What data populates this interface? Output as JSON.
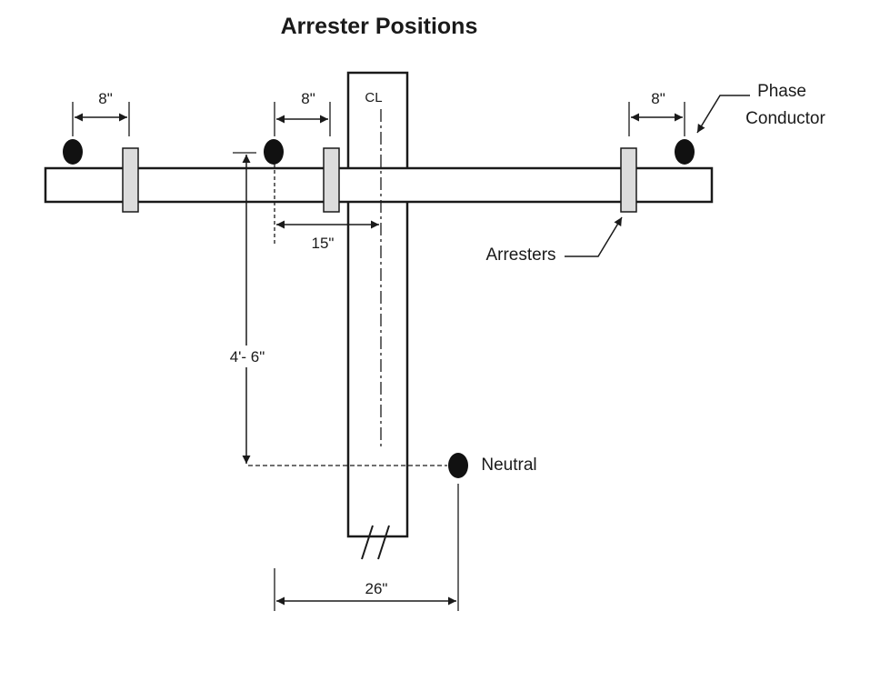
{
  "title": "Arrester Positions",
  "labels": {
    "phase_conductor_line1": "Phase",
    "phase_conductor_line2": "Conductor",
    "arresters": "Arresters",
    "neutral": "Neutral",
    "centerline": "CL"
  },
  "dimensions": {
    "left_spacing": "8\"",
    "center_spacing": "8\"",
    "right_spacing": "8\"",
    "conductor_to_centerline": "15\"",
    "crossarm_to_neutral": "4'- 6\"",
    "neutral_offset": "26\""
  },
  "colors": {
    "line": "#1a1a1a",
    "arrester_fill": "#dcdcdc",
    "background": "#ffffff"
  }
}
